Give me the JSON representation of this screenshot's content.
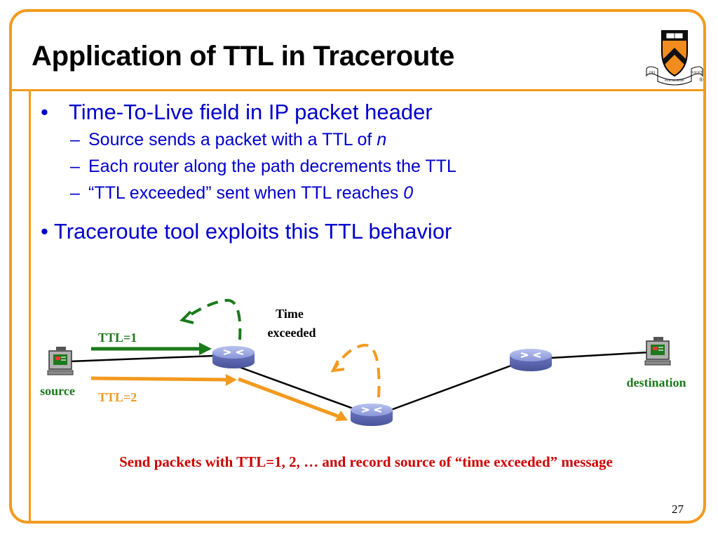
{
  "slide": {
    "title": "Application of TTL in Traceroute",
    "page_number": "27",
    "colors": {
      "frame": "#f29a1e",
      "bullet_text": "#0000cc",
      "caption": "#cc0000",
      "ttl1": "#1a7a1a",
      "ttl2": "#f29a1e"
    }
  },
  "logo": {
    "name": "princeton-shield-icon",
    "motto_left": "DEI",
    "motto_center": "SUB NUMINE",
    "motto_right": "VIGET",
    "registered": "®"
  },
  "bullets": {
    "b1": {
      "marker": "•",
      "text": "Time-To-Live field in IP packet header"
    },
    "subs": [
      {
        "marker": "–",
        "text": "Source sends a packet with a TTL of ",
        "em": "n"
      },
      {
        "marker": "–",
        "text": "Each router along the path decrements the TTL",
        "em": ""
      },
      {
        "marker": "–",
        "text": "“TTL exceeded” sent when TTL reaches ",
        "em": "0"
      }
    ],
    "b2": {
      "marker": "•",
      "text": "Traceroute tool exploits this TTL behavior"
    }
  },
  "diagram": {
    "labels": {
      "source": "source",
      "destination": "destination",
      "ttl1": "TTL=1",
      "ttl2": "TTL=2",
      "time_exceeded_line1": "Time",
      "time_exceeded_line2": "exceeded"
    },
    "icons": [
      "computer-icon",
      "router-icon"
    ]
  },
  "caption": "Send packets with TTL=1, 2, … and record source of “time exceeded” message"
}
